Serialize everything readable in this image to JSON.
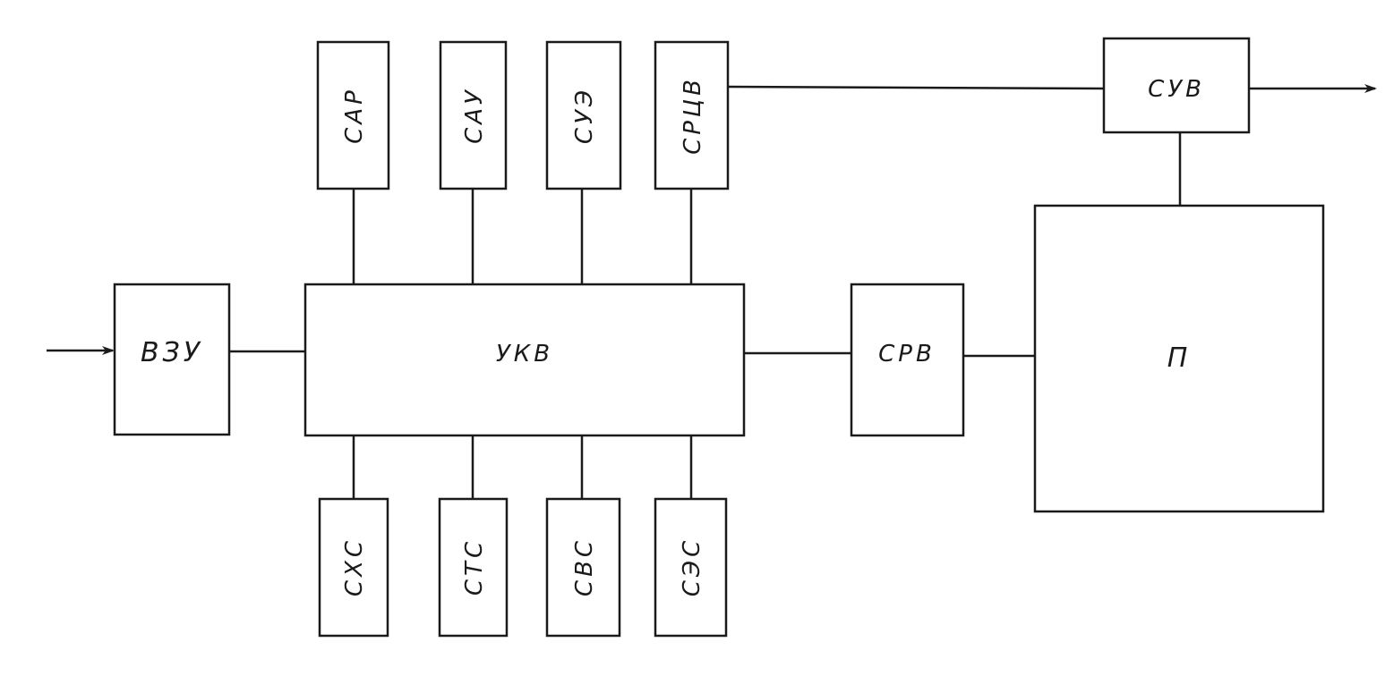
{
  "diagram": {
    "blocks": {
      "vzu": "ВЗУ",
      "ukv": "УКВ",
      "sar": "САР",
      "sau": "САУ",
      "sue": "СУЭ",
      "srcv": "СРЦВ",
      "sxs": "СХС",
      "sts": "СТС",
      "svs": "СВС",
      "ses": "СЭС",
      "srv": "СРВ",
      "p": "П",
      "suv": "СУВ"
    },
    "colors": {
      "line": "#1a1a1a",
      "background": "#ffffff"
    }
  }
}
